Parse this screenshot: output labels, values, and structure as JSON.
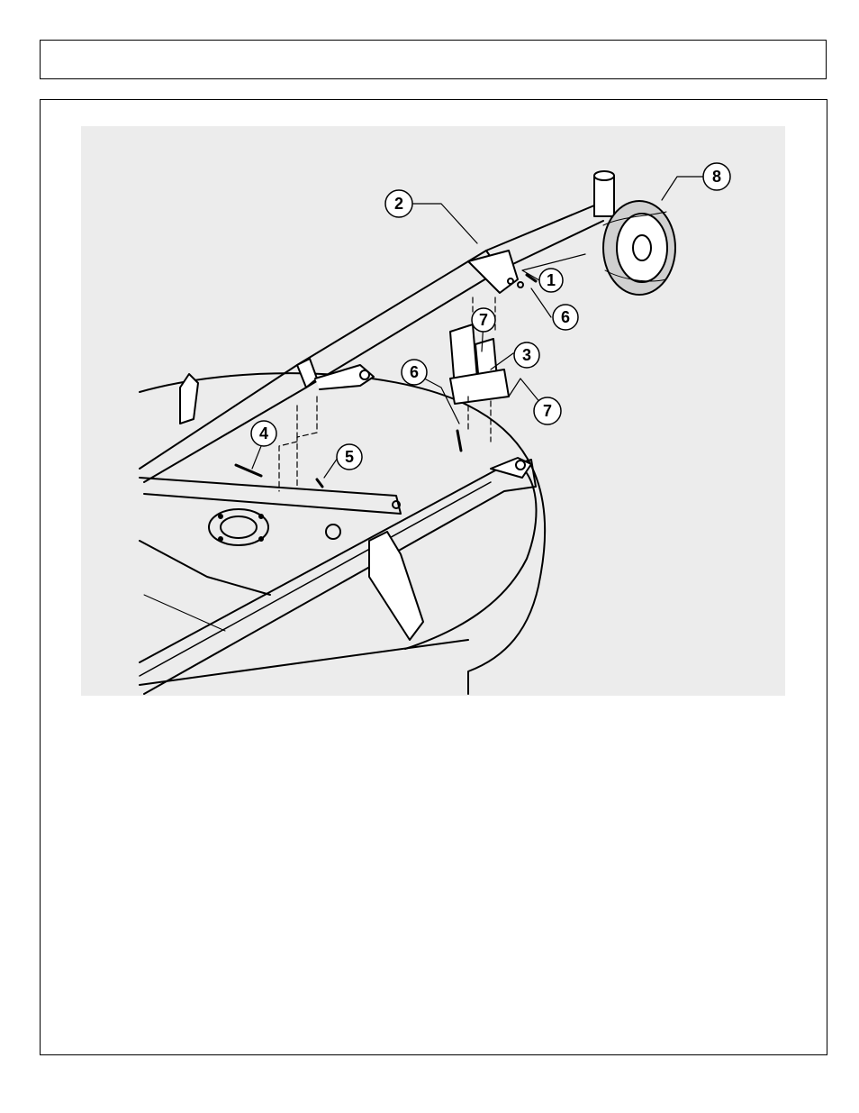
{
  "header": {
    "title": ""
  },
  "callouts": [
    {
      "id": "c1",
      "label": "1"
    },
    {
      "id": "c2",
      "label": "2"
    },
    {
      "id": "c3",
      "label": "3"
    },
    {
      "id": "c4",
      "label": "4"
    },
    {
      "id": "c5",
      "label": "5"
    },
    {
      "id": "c6a",
      "label": "6"
    },
    {
      "id": "c6b",
      "label": "6"
    },
    {
      "id": "c7a",
      "label": "7"
    },
    {
      "id": "c7b",
      "label": "7"
    },
    {
      "id": "c8",
      "label": "8"
    }
  ]
}
